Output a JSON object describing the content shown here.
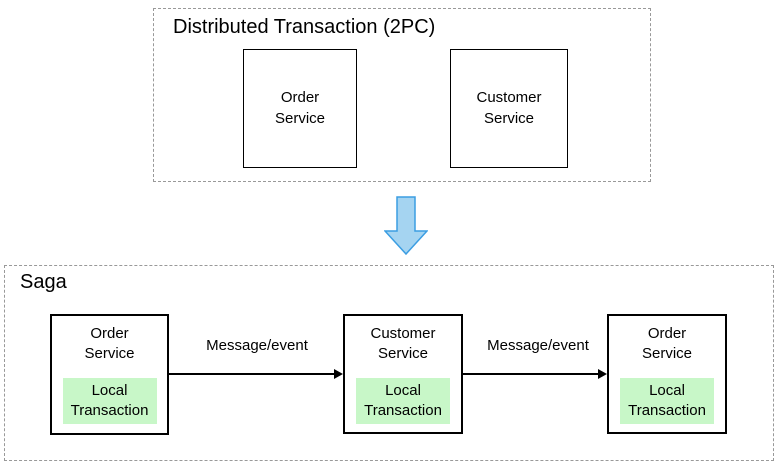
{
  "top_section": {
    "title": "Distributed Transaction (2PC)",
    "boxes": [
      {
        "label": "Order\nService"
      },
      {
        "label": "Customer\nService"
      }
    ]
  },
  "transform_arrow": {
    "icon": "down-arrow-icon"
  },
  "saga_section": {
    "title": "Saga",
    "steps": [
      {
        "service": "Order\nService",
        "local_transaction": "Local\nTransaction"
      },
      {
        "service": "Customer\nService",
        "local_transaction": "Local\nTransaction"
      },
      {
        "service": "Order\nService",
        "local_transaction": "Local\nTransaction"
      }
    ],
    "arrows": [
      {
        "label": "Message/event"
      },
      {
        "label": "Message/event"
      }
    ]
  },
  "colors": {
    "local_transaction_bg": "#c8f7c8",
    "down_arrow_fill": "#a5d4f1",
    "down_arrow_stroke": "#3b9de2",
    "dashed_border": "#999999",
    "box_border": "#000000"
  }
}
